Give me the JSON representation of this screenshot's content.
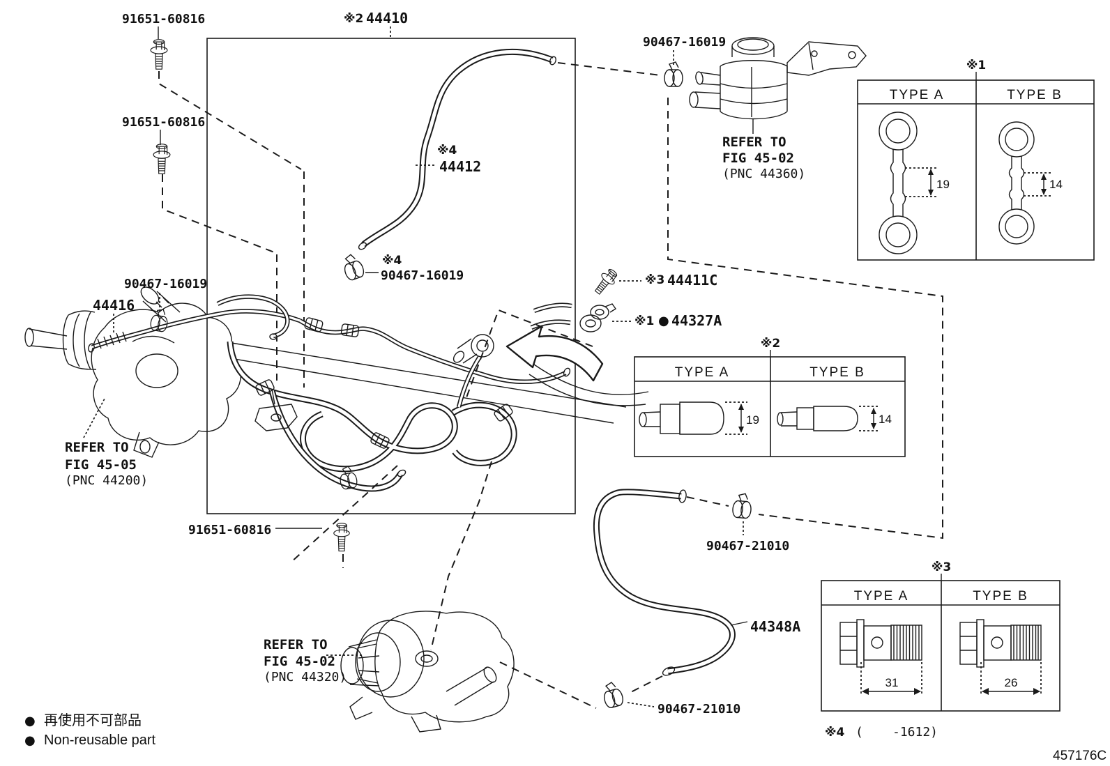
{
  "page": {
    "doc_code": "457176C"
  },
  "notes": {
    "n1": "※1",
    "n2": "※2",
    "n3": "※3",
    "n4": "※4"
  },
  "parts": {
    "bolt": "91651-60816",
    "clamp16019": "90467-16019",
    "clamp21010": "90467-21010",
    "assy44410": "44410",
    "hose44412": "44412",
    "tube44416": "44416",
    "bolt44411c": "44411C",
    "gasket44327a": "44327A",
    "hose44348a": "44348A"
  },
  "refs": {
    "gear": {
      "l1": "REFER TO",
      "l2": "FIG 45-05",
      "l3": "(PNC 44200)"
    },
    "reservoir": {
      "l1": "REFER TO",
      "l2": "FIG 45-02",
      "l3": "(PNC 44360)"
    },
    "pump": {
      "l1": "REFER TO",
      "l2": "FIG 45-02",
      "l3": "(PNC 44320)"
    }
  },
  "tables": [
    {
      "note": "※1",
      "type_a": "TYPE A",
      "type_b": "TYPE B",
      "dim_a": "19",
      "dim_b": "14"
    },
    {
      "note": "※2",
      "type_a": "TYPE A",
      "type_b": "TYPE B",
      "dim_a": "19",
      "dim_b": "14"
    },
    {
      "note": "※3",
      "type_a": "TYPE A",
      "type_b": "TYPE B",
      "dim_a": "31",
      "dim_b": "26"
    }
  ],
  "footnote": {
    "note": "※4",
    "open": "(",
    "close": "-1612)"
  },
  "legend": {
    "bullet": "●",
    "jp": "再使用不可部品",
    "en": "Non-reusable part"
  }
}
